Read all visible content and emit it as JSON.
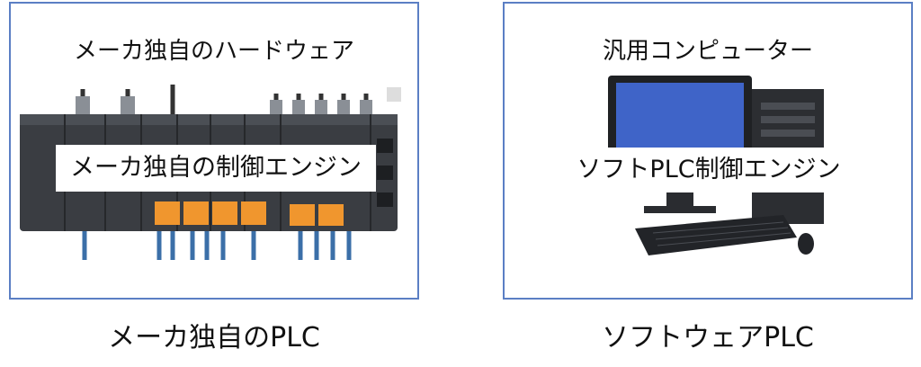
{
  "left_panel": {
    "title": "メーカ独自のハードウェア",
    "engine_label": "メーカ独自の制御エンジン",
    "caption": "メーカ独自のPLC",
    "image": "plc-hardware-rack"
  },
  "right_panel": {
    "title": "汎用コンピューター",
    "engine_label": "ソフトPLC制御エンジン",
    "caption": "ソフトウェアPLC",
    "image": "desktop-computer"
  },
  "colors": {
    "border": "#5b7fc4",
    "terminal": "#f0962e",
    "screen": "#3f64c8"
  }
}
